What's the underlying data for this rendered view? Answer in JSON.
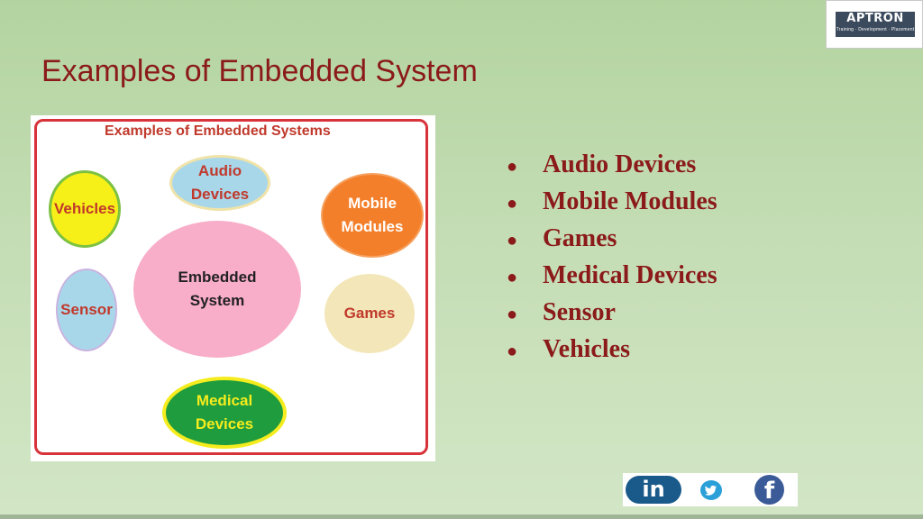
{
  "logo": {
    "brand": "APTRON",
    "tagline": "Training · Development · Placement"
  },
  "slide": {
    "title": "Examples of Embedded System"
  },
  "diagram": {
    "title": "Examples of Embedded Systems",
    "center": [
      "Embedded",
      "System"
    ],
    "audio": [
      "Audio",
      "Devices"
    ],
    "vehicles": [
      "Vehicles"
    ],
    "mobile": [
      "Mobile",
      "Modules"
    ],
    "sensor": [
      "Sensor"
    ],
    "games": [
      "Games"
    ],
    "medical": [
      "Medical",
      "Devices"
    ]
  },
  "bullets": [
    "Audio Devices",
    "Mobile Modules",
    "Games",
    "Medical Devices",
    "Sensor",
    "Vehicles"
  ],
  "bullet_glyph": "●",
  "social": {
    "icons": [
      "linkedin-icon",
      "twitter-icon",
      "facebook-icon"
    ],
    "linkedin_text": "in",
    "facebook_text": "f"
  },
  "colors": {
    "title": "#8b1a1a",
    "bullets": "#8b1a1a",
    "diagram_border": "#d8333b"
  }
}
